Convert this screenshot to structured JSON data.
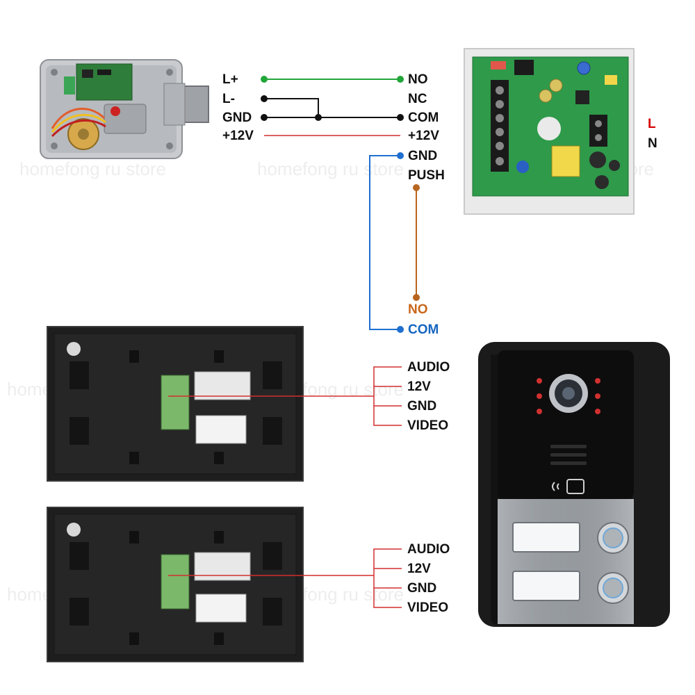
{
  "lock_left_labels": [
    "L+",
    "L-",
    "GND",
    "+12V"
  ],
  "supply_labels": [
    "NO",
    "NC",
    "COM",
    "+12V",
    "GND",
    "PUSH"
  ],
  "mains_labels": [
    "L",
    "N"
  ],
  "exit_button_labels": [
    "NO",
    "COM"
  ],
  "monitor1_labels": [
    "AUDIO",
    "12V",
    "GND",
    "VIDEO"
  ],
  "monitor2_labels": [
    "AUDIO",
    "12V",
    "GND",
    "VIDEO"
  ],
  "watermark": "homefong ru store",
  "colors": {
    "green_wire": "#22a63a",
    "black_wire": "#111111",
    "red_wire": "#d32f2f",
    "blue_wire": "#1e6fd0",
    "orange_wire": "#b8651f"
  }
}
